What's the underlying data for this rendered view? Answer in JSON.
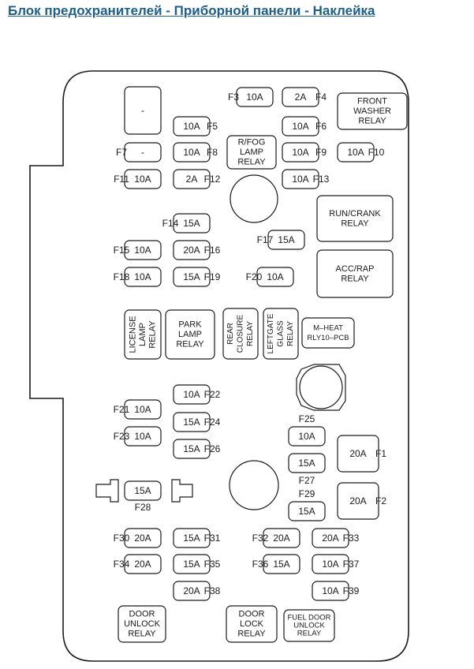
{
  "title": "Блок предохранителей - Приборной панели - Наклейка",
  "blank_fuse_label": "-",
  "fuses": [
    {
      "label": "F3",
      "rating": "10A"
    },
    {
      "label": "F4",
      "rating": "2A"
    },
    {
      "label": "F5",
      "rating": "10A"
    },
    {
      "label": "F6",
      "rating": "10A"
    },
    {
      "label": "F7",
      "rating": "-"
    },
    {
      "label": "F8",
      "rating": "10A"
    },
    {
      "label": "F9",
      "rating": "10A"
    },
    {
      "label": "F10",
      "rating": "10A"
    },
    {
      "label": "F11",
      "rating": "10A"
    },
    {
      "label": "F12",
      "rating": "2A"
    },
    {
      "label": "F13",
      "rating": "10A"
    },
    {
      "label": "F14",
      "rating": "15A"
    },
    {
      "label": "F15",
      "rating": "10A"
    },
    {
      "label": "F16",
      "rating": "20A"
    },
    {
      "label": "F17",
      "rating": "15A"
    },
    {
      "label": "F18",
      "rating": "10A"
    },
    {
      "label": "F19",
      "rating": "15A"
    },
    {
      "label": "F20",
      "rating": "10A"
    },
    {
      "label": "F21",
      "rating": "10A"
    },
    {
      "label": "F22",
      "rating": "10A"
    },
    {
      "label": "F23",
      "rating": "10A"
    },
    {
      "label": "F24",
      "rating": "15A"
    },
    {
      "label": "F25",
      "rating": "10A"
    },
    {
      "label": "F26",
      "rating": "15A"
    },
    {
      "label": "F27",
      "rating": "15A"
    },
    {
      "label": "F28",
      "rating": "15A"
    },
    {
      "label": "F29",
      "rating": "15A"
    },
    {
      "label": "F1",
      "rating": "20A"
    },
    {
      "label": "F2",
      "rating": "20A"
    },
    {
      "label": "F30",
      "rating": "20A"
    },
    {
      "label": "F31",
      "rating": "15A"
    },
    {
      "label": "F32",
      "rating": "20A"
    },
    {
      "label": "F33",
      "rating": "20A"
    },
    {
      "label": "F34",
      "rating": "20A"
    },
    {
      "label": "F35",
      "rating": "15A"
    },
    {
      "label": "F36",
      "rating": "15A"
    },
    {
      "label": "F37",
      "rating": "10A"
    },
    {
      "label": "F38",
      "rating": "20A"
    },
    {
      "label": "F39",
      "rating": "10A"
    }
  ],
  "relays": [
    {
      "name": "front-washer-relay",
      "lines": [
        "FRONT",
        "WASHER",
        "RELAY"
      ]
    },
    {
      "name": "r-fog-lamp-relay",
      "lines": [
        "R/FOG",
        "LAMP",
        "RELAY"
      ]
    },
    {
      "name": "run-crank-relay",
      "lines": [
        "RUN/CRANK",
        "RELAY"
      ]
    },
    {
      "name": "acc-rap-relay",
      "lines": [
        "ACC/RAP",
        "RELAY"
      ]
    },
    {
      "name": "license-lamp-relay",
      "lines": [
        "LICENSE",
        "LAMP",
        "RELAY"
      ]
    },
    {
      "name": "park-lamp-relay",
      "lines": [
        "PARK",
        "LAMP",
        "RELAY"
      ]
    },
    {
      "name": "rear-closure-relay",
      "lines": [
        "REAR",
        "CLOSURE",
        "RELAY"
      ]
    },
    {
      "name": "leftgate-glass-relay",
      "lines": [
        "LEFTGATE",
        "GLASS",
        "RELAY"
      ]
    },
    {
      "name": "m-heat-relay",
      "lines": [
        "M–HEAT",
        "RLY10–PCB"
      ]
    },
    {
      "name": "door-unlock-relay",
      "lines": [
        "DOOR",
        "UNLOCK",
        "RELAY"
      ]
    },
    {
      "name": "door-lock-relay",
      "lines": [
        "DOOR",
        "LOCK",
        "RELAY"
      ]
    },
    {
      "name": "fuel-door-unlock-relay",
      "lines": [
        "FUEL DOOR",
        "UNLOCK",
        "RELAY"
      ]
    }
  ]
}
